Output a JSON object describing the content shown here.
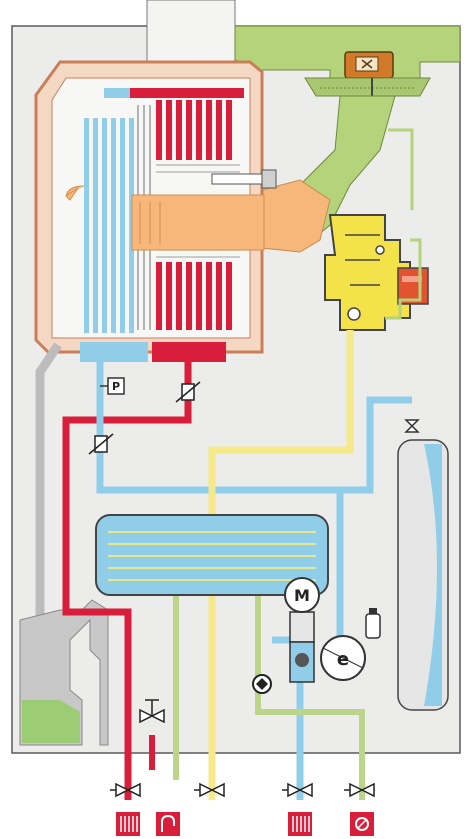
{
  "labels": {
    "pressure_sensor": "P",
    "pump_motor": "M",
    "expansion_pump": "e"
  },
  "colors": {
    "casing_fill": "#ececea",
    "casing_stroke": "#5a5a5a",
    "heating_flow": "#d81e3a",
    "heating_return": "#8fcde9",
    "gas": "#f5e98a",
    "cold_water": "#bcd58a",
    "flue": "#b5d37a",
    "burner": "#f7b77a",
    "gas_valve": "#f3e24a",
    "condensate": "#bcbcbc",
    "frame_copper": "#c9805a"
  },
  "icons": [
    "heating-flow-icon",
    "hot-water-tap-icon",
    "heating-return-icon",
    "gas-inlet-icon"
  ]
}
